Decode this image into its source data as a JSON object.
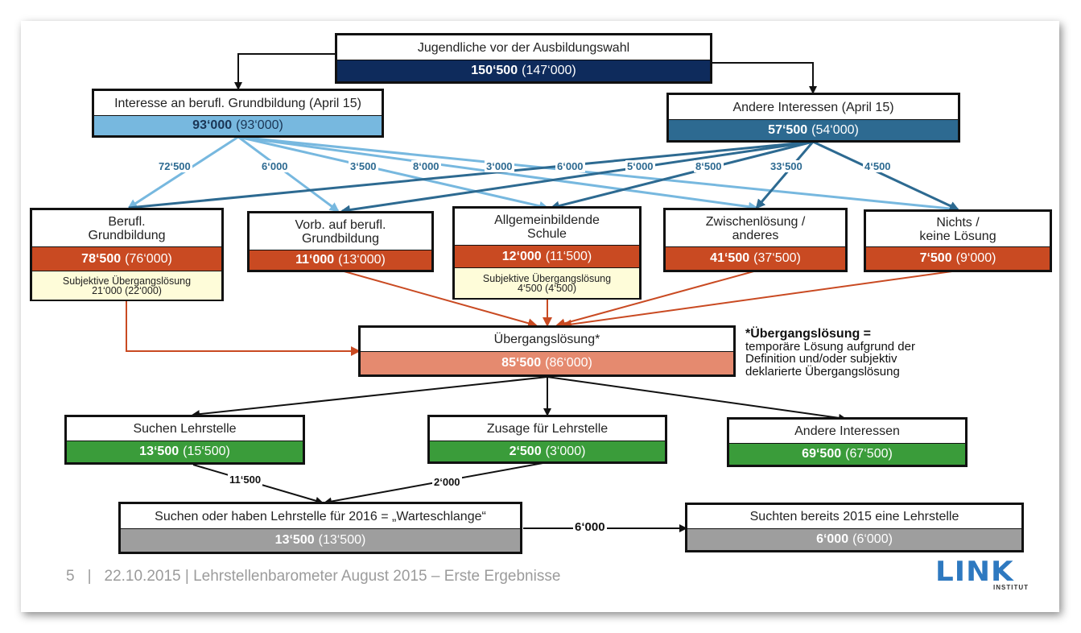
{
  "boxes": {
    "top": {
      "title": "Jugendliche vor der Ausbildungswahl",
      "bold": "150‘500",
      "paren": "(147‘000)"
    },
    "interest": {
      "title": "Interesse an berufl. Grundbildung (April 15)",
      "bold": "93‘000",
      "paren": "(93‘000)"
    },
    "other": {
      "title": "Andere Interessen (April 15)",
      "bold": "57‘500",
      "paren": "(54‘000)"
    },
    "berufl": {
      "title1": "Berufl.",
      "title2": "Grundbildung",
      "bold": "78‘500",
      "paren": "(76‘000)",
      "sub1": "Subjektive Übergangslösung",
      "sub2": "21‘000 (22‘000)"
    },
    "vorb": {
      "title1": "Vorb. auf berufl.",
      "title2": "Grundbildung",
      "bold": "11‘000",
      "paren": "(13‘000)"
    },
    "allg": {
      "title1": "Allgemeinbildende",
      "title2": "Schule",
      "bold": "12‘000",
      "paren": "(11‘500)",
      "sub1": "Subjektive Übergangslösung",
      "sub2": "4‘500 (4‘500)"
    },
    "zwischen": {
      "title1": "Zwischenlösung /",
      "title2": "anderes",
      "bold": "41‘500",
      "paren": "(37‘500)"
    },
    "nichts": {
      "title1": "Nichts /",
      "title2": "keine Lösung",
      "bold": "7‘500",
      "paren": "(9‘000)"
    },
    "uebergang": {
      "title": "Übergangslösung*",
      "bold": "85‘500",
      "paren": "(86‘000)"
    },
    "suchen": {
      "title": "Suchen Lehrstelle",
      "bold": "13‘500",
      "paren": "(15‘500)"
    },
    "zusage": {
      "title": "Zusage für Lehrstelle",
      "bold": "2‘500",
      "paren": "(3‘000)"
    },
    "andere2": {
      "title": "Andere Interessen",
      "bold": "69‘500",
      "paren": "(67‘500)"
    },
    "warte": {
      "title": "Suchen oder haben Lehrstelle für 2016 = „Warteschlange“",
      "bold": "13‘500",
      "paren": "(13‘500)"
    },
    "bereits": {
      "title": "Suchten bereits 2015 eine Lehrstelle",
      "bold": "6‘000",
      "paren": "(6‘000)"
    }
  },
  "flows": [
    "72‘500",
    "6‘000",
    "3‘500",
    "8‘000",
    "3‘000",
    "6‘000",
    "5‘000",
    "8‘500",
    "33‘500",
    "4‘500"
  ],
  "flows_bottom": {
    "a": "11‘500",
    "b": "2‘000",
    "c": "6‘000"
  },
  "note": {
    "head": "*Übergangslösung =",
    "l1": "temporäre Lösung aufgrund der",
    "l2": "Definition und/oder subjektiv",
    "l3": "deklarierte Übergangslösung"
  },
  "footer": {
    "page": "5",
    "sep": "|",
    "text": "22.10.2015 | Lehrstellenbarometer August 2015 – Erste Ergebnisse"
  },
  "logo": {
    "name": "LINK",
    "sub": "INSTITUT"
  },
  "colors": {
    "navy": "#0e2b5c",
    "light_blue": "#77b8df",
    "steel_blue": "#2d6a91",
    "rust": "#c94a22",
    "salmon": "#e58a6f",
    "green": "#3a9c3a",
    "gray": "#9e9e9e"
  }
}
